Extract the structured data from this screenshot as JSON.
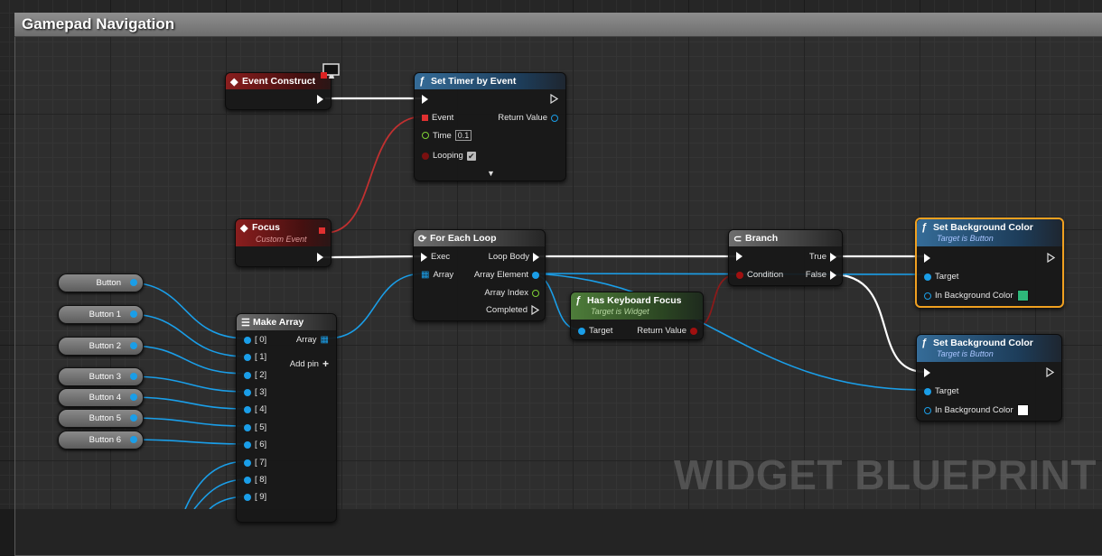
{
  "comment": {
    "title": "Gamepad Navigation"
  },
  "watermark": "WIDGET BLUEPRINT",
  "event_construct": {
    "title": "Event Construct"
  },
  "set_timer": {
    "title": "Set Timer by Event",
    "event_label": "Event",
    "return_label": "Return Value",
    "time_label": "Time",
    "time_value": "0.1",
    "looping_label": "Looping",
    "looping_checked": true
  },
  "focus": {
    "title": "Focus",
    "subtitle": "Custom Event"
  },
  "for_each": {
    "title": "For Each Loop",
    "exec_label": "Exec",
    "loop_body_label": "Loop Body",
    "array_label": "Array",
    "array_element_label": "Array Element",
    "array_index_label": "Array Index",
    "completed_label": "Completed"
  },
  "has_focus": {
    "title": "Has Keyboard Focus",
    "subtitle": "Target is Widget",
    "target_label": "Target",
    "return_label": "Return Value"
  },
  "branch": {
    "title": "Branch",
    "true_label": "True",
    "false_label": "False",
    "condition_label": "Condition"
  },
  "set_bg_1": {
    "title": "Set Background Color",
    "subtitle": "Target is Button",
    "target_label": "Target",
    "color_label": "In Background Color",
    "color": "#2eb87a"
  },
  "set_bg_2": {
    "title": "Set Background Color",
    "subtitle": "Target is Button",
    "target_label": "Target",
    "color_label": "In Background Color",
    "color": "#ffffff"
  },
  "make_array": {
    "title": "Make Array",
    "array_label": "Array",
    "add_pin_label": "Add pin",
    "pins": [
      "[ 0]",
      "[ 1]",
      "[ 2]",
      "[ 3]",
      "[ 4]",
      "[ 5]",
      "[ 6]",
      "[ 7]",
      "[ 8]",
      "[ 9]"
    ]
  },
  "variables": [
    "Button",
    "Button 1",
    "Button 2",
    "Button 3",
    "Button 4",
    "Button 5",
    "Button 6"
  ],
  "colors": {
    "exec_wire": "#ffffff",
    "object_wire": "#1a9ee8",
    "bool_wire": "#8a1a1a",
    "event_wire": "#c03030"
  }
}
